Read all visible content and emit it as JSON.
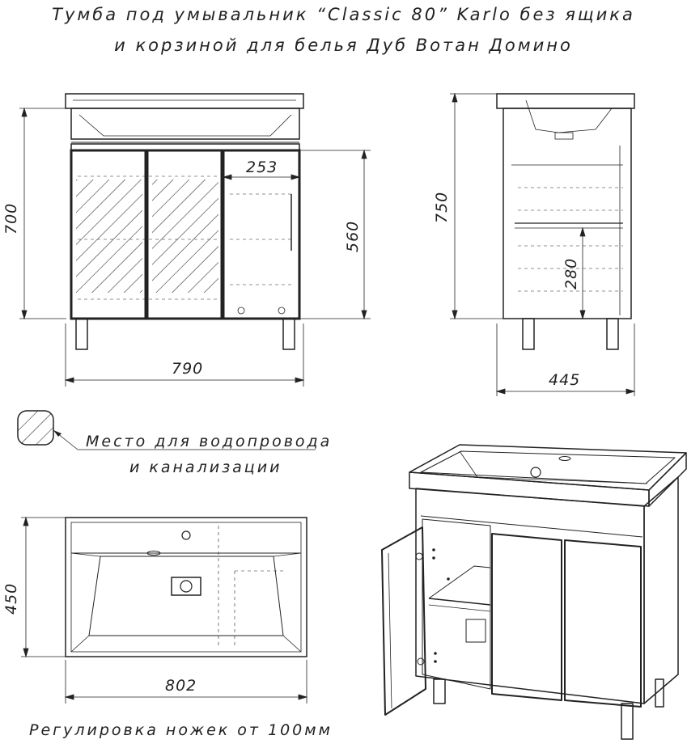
{
  "title": {
    "line1": "Тумба под умывальник “Classic 80” Karlo без ящика",
    "line2": "и корзиной для белья Дуб Вотан Домино"
  },
  "front_view": {
    "height_dim": "700",
    "width_dim": "790",
    "door_width_dim": "253",
    "door_height_dim": "560"
  },
  "side_view": {
    "height_dim": "750",
    "depth_dim": "445",
    "shelf_height_dim": "280"
  },
  "legend": {
    "line1": "Место для водопровода",
    "line2": "и канализации"
  },
  "top_view": {
    "depth_dim": "450",
    "width_dim": "802"
  },
  "footer": {
    "note": "Регулировка ножек от 100мм"
  }
}
